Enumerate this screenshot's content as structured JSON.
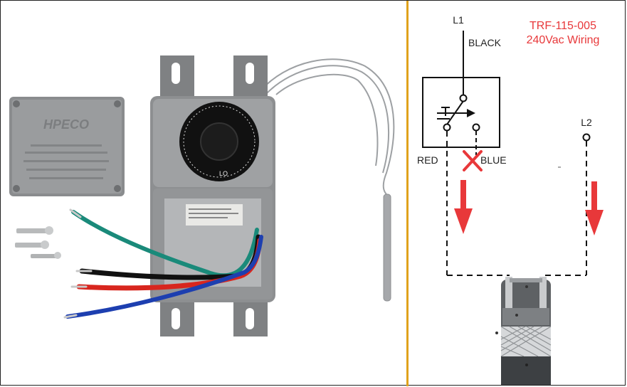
{
  "diagram": {
    "title_line1": "TRF-115-005",
    "title_line2": "240Vac Wiring",
    "labels": {
      "l1": "L1",
      "black": "BLACK",
      "l2": "L2",
      "red": "RED",
      "blue": "BLUE"
    },
    "accent_color": "#e8383a",
    "divider_color": "#e0a21c"
  },
  "product": {
    "cover_brand": "HPECO",
    "dial_label": "LO"
  }
}
